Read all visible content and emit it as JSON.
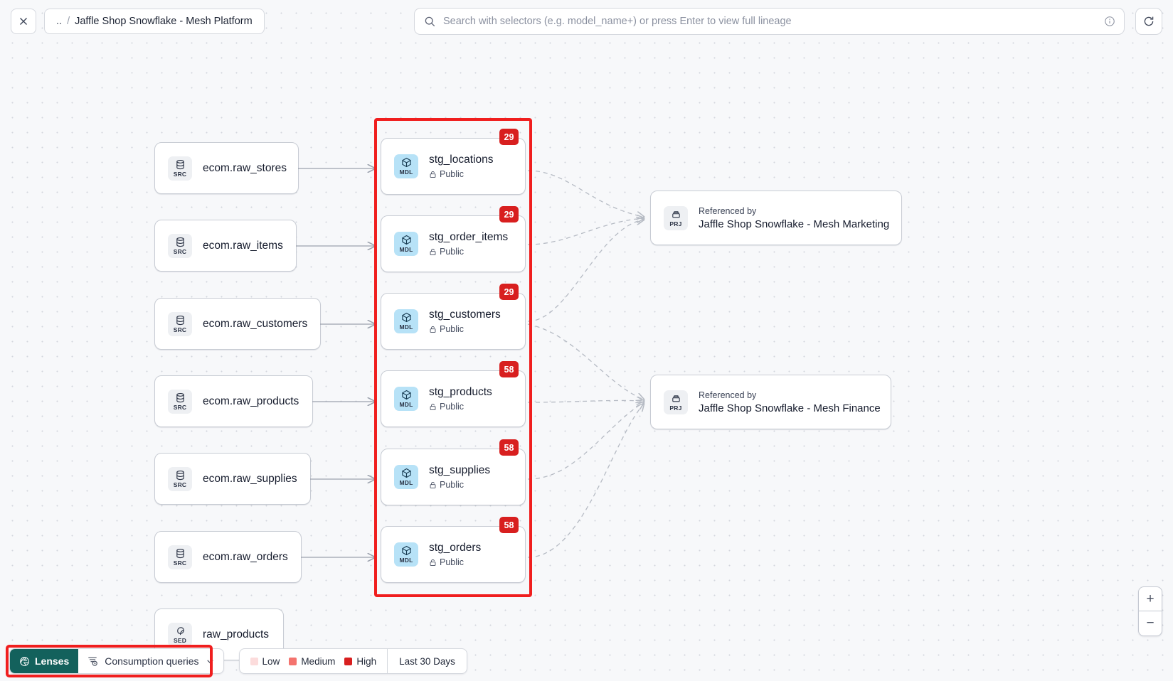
{
  "topbar": {
    "close_icon": "close-icon",
    "breadcrumb": {
      "root": "..",
      "separator": "/",
      "current": "Jaffle Shop Snowflake - Mesh Platform"
    },
    "search": {
      "icon": "search-icon",
      "placeholder": "Search with selectors (e.g. model_name+) or press Enter to view full lineage",
      "value": "",
      "info_icon": "info-circle-icon"
    },
    "refresh_icon": "refresh-icon"
  },
  "graph": {
    "sources": [
      {
        "type": "SRC",
        "name": "ecom.raw_stores"
      },
      {
        "type": "SRC",
        "name": "ecom.raw_items"
      },
      {
        "type": "SRC",
        "name": "ecom.raw_customers"
      },
      {
        "type": "SRC",
        "name": "ecom.raw_products"
      },
      {
        "type": "SRC",
        "name": "ecom.raw_supplies"
      },
      {
        "type": "SRC",
        "name": "ecom.raw_orders"
      },
      {
        "type": "SED",
        "name": "raw_products"
      }
    ],
    "models": [
      {
        "type": "MDL",
        "name": "stg_locations",
        "access": "Public",
        "badge": "29"
      },
      {
        "type": "MDL",
        "name": "stg_order_items",
        "access": "Public",
        "badge": "29"
      },
      {
        "type": "MDL",
        "name": "stg_customers",
        "access": "Public",
        "badge": "29"
      },
      {
        "type": "MDL",
        "name": "stg_products",
        "access": "Public",
        "badge": "58"
      },
      {
        "type": "MDL",
        "name": "stg_supplies",
        "access": "Public",
        "badge": "58"
      },
      {
        "type": "MDL",
        "name": "stg_orders",
        "access": "Public",
        "badge": "58"
      }
    ],
    "projects": [
      {
        "type": "PRJ",
        "prefix": "Referenced by",
        "name": "Jaffle Shop Snowflake - Mesh Marketing"
      },
      {
        "type": "PRJ",
        "prefix": "Referenced by",
        "name": "Jaffle Shop Snowflake - Mesh Finance"
      }
    ]
  },
  "toolbar": {
    "lenses_label": "Lenses",
    "lenses_icon": "aperture-icon",
    "lens_select_label": "Consumption queries",
    "lens_select_icon": "query-clock-icon",
    "chevron_icon": "chevron-down-icon",
    "legend": [
      {
        "label": "Low",
        "color": "#fcdcdc"
      },
      {
        "label": "Medium",
        "color": "#f4736e"
      },
      {
        "label": "High",
        "color": "#d81f1f"
      }
    ],
    "date_range": "Last 30 Days"
  },
  "zoom_controls": {
    "zoom_in": "+",
    "zoom_out": "−"
  },
  "colors": {
    "accent_teal": "#13615c",
    "badge_red": "#d81f1f",
    "selection_red": "#f01e1e",
    "model_chip": "#b7e2f7"
  }
}
